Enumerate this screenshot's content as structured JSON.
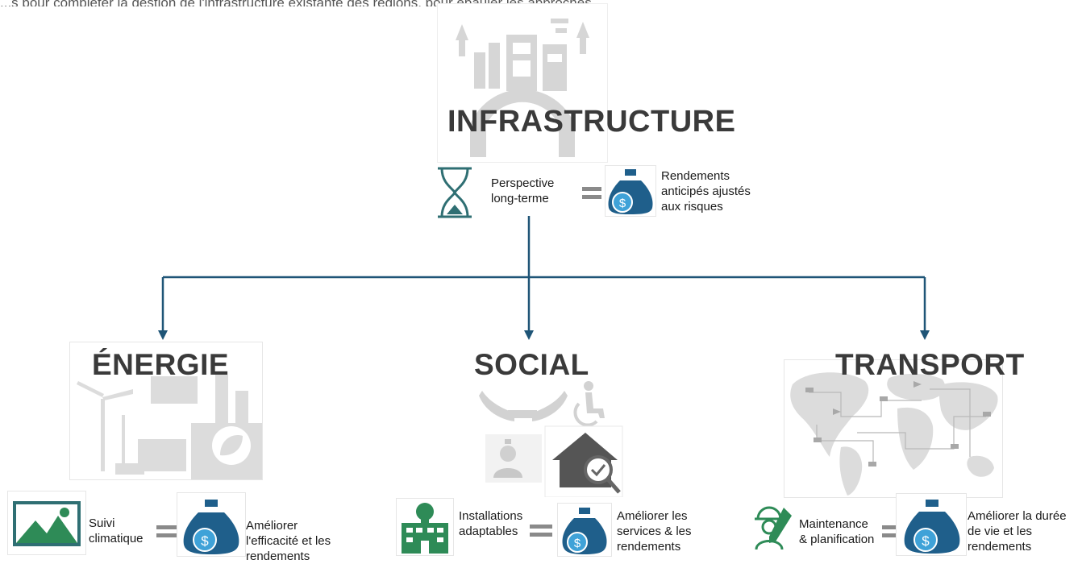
{
  "top_partial_text": "...s pour compléter la gestion de l'infrastructure existante des régions, pour épauler les approches",
  "infrastructure": {
    "title": "INFRASTRUCTURE",
    "left_label": [
      "Perspective",
      "long-terme"
    ],
    "right_label": [
      "Rendements",
      "anticipés ajustés",
      "aux risques"
    ]
  },
  "energie": {
    "title": "ÉNERGIE",
    "left_label": [
      "Suivi",
      "climatique"
    ],
    "right_label": [
      "Améliorer",
      "l'efficacité et les",
      "rendements"
    ]
  },
  "social": {
    "title": "SOCIAL",
    "left_label": [
      "Installations",
      "adaptables"
    ],
    "right_label": [
      "Améliorer les",
      "services & les",
      "rendements"
    ]
  },
  "transport": {
    "title": "TRANSPORT",
    "left_label": [
      "Maintenance",
      "& planification"
    ],
    "right_label": [
      "Améliorer la durée",
      "de vie et les",
      "rendements"
    ]
  },
  "colors": {
    "connector": "#1f5577",
    "teal": "#2f6f73",
    "money_blue": "#1f5f8b",
    "money_light": "#3fa2d8",
    "green": "#2e8b57"
  }
}
